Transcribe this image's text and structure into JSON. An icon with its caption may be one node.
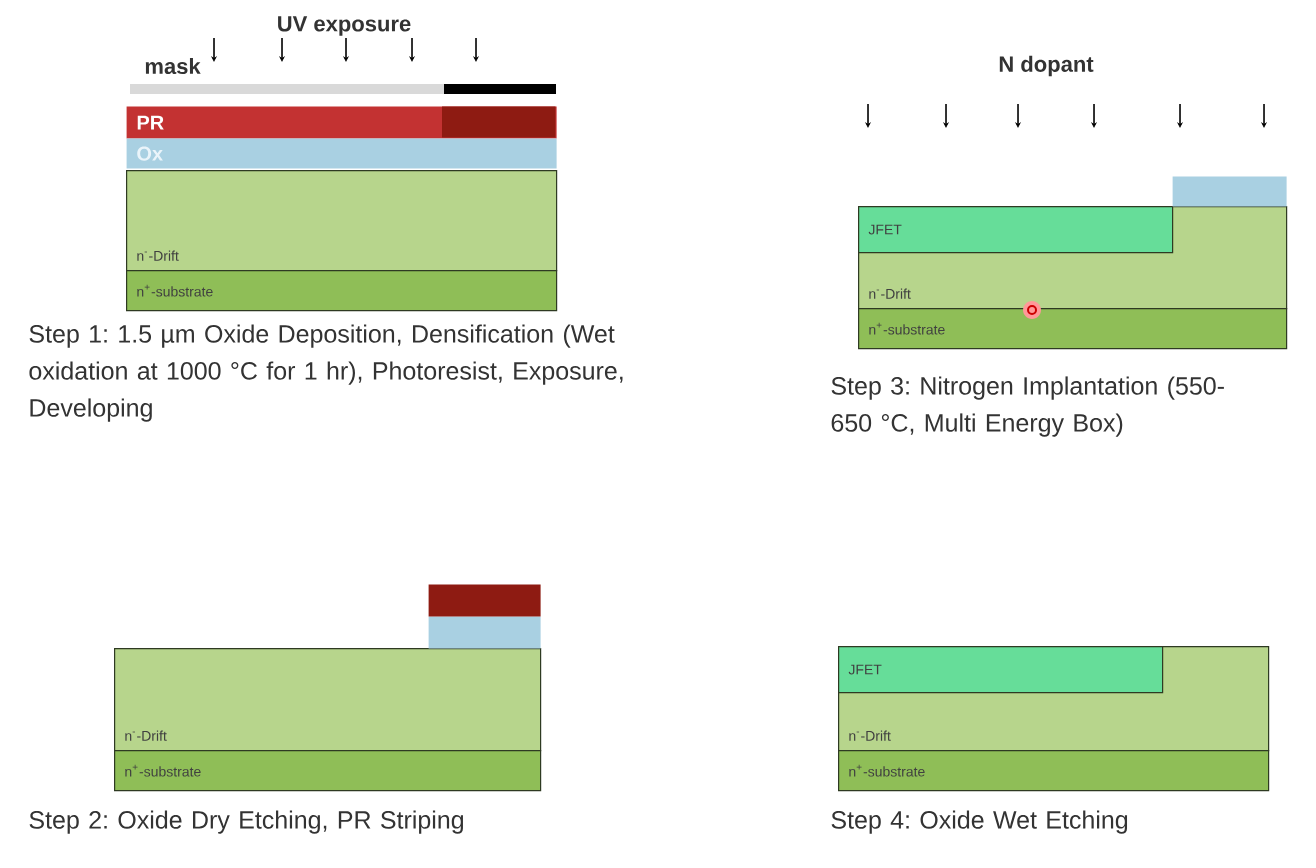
{
  "diagram": {
    "nodes": [
      {
        "text": [
          "PR"
        ]
      },
      {
        "text": [
          "Ox"
        ]
      },
      {
        "text": [
          "n$^{-}$-Drift"
        ]
      },
      {
        "text": [
          "n$^{+}$-substrate"
        ]
      },
      {
        "text": [
          "n$^{-}$-Drift"
        ]
      },
      {
        "text": [
          "n$^{+}$-substrate"
        ]
      },
      {
        "text": [],
        "shape": "box"
      },
      {
        "text": [],
        "shape": "box"
      },
      {
        "text": [
          "n$^{-}$-Drift"
        ]
      },
      {
        "text": [
          "JFET"
        ],
        "in": 8
      },
      {
        "text": [
          "n$^{+}$-substrate"
        ]
      },
      {
        "text": [],
        "shape": "box"
      },
      {
        "text": [
          "n$^{-}$-Drift"
        ]
      },
      {
        "text": [
          "JFET"
        ],
        "in": 12
      },
      {
        "text": [
          "n$^{+}$-substrate"
        ]
      }
    ],
    "labels": [
      "UV exposure",
      "mask",
      "N dopant",
      "Step 1: 1.5 µm Oxide Deposition, Densification (Wet oxidation at 1000 °C for 1 hr), Photoresist, Exposure, Developing",
      "Step 3: Nitrogen Implantation (550-650 °C, Multi Energy Box)",
      "Step 2: Oxide Dry Etching, PR Striping",
      "Step 4: Oxide Wet Etching"
    ]
  }
}
